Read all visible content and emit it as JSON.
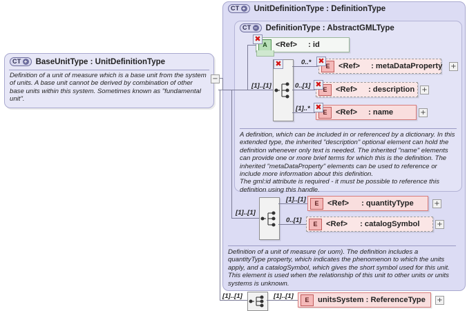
{
  "diagram": {
    "kind": "xml-schema-diagram",
    "root": {
      "badge": "CT",
      "badge_state": "+",
      "title": "BaseUnitType : UnitDefinitionType",
      "documentation": "Definition of a unit of measure which is a base unit from the system of units.  A base unit cannot be derived by combination of other base units within this system.  Sometimes known as \"fundamental unit\"."
    },
    "outer_type": {
      "badge": "CT",
      "badge_state": "+",
      "title": "UnitDefinitionType : DefinitionType",
      "documentation": "Definition of a unit of measure (or uom). The definition includes a quantityType property, which indicates the phenomenon to which the units apply, and a catalogSymbol, which gives the short symbol used for this unit. This element is used when the relationship of this unit to other units or units systems is unknown."
    },
    "inner_type": {
      "badge": "CT",
      "badge_state": "−",
      "title": "DefinitionType : AbstractGMLType",
      "documentation_lines": [
        "A definition, which can be included in or referenced by a dictionary. In this extended type, the inherited \"description\" optional element can hold the definition whenever only text is needed. The inherited \"name\" elements can provide one or more brief terms for which this is the definition. The inherited \"metaDataProperty\" elements can be used to reference or include more information about this definition.",
        "The gml:id attribute is required - it must be possible to reference this definition using this handle."
      ]
    },
    "attribute": {
      "icon": "attribute-icon",
      "icon_label": "A",
      "ref": "<Ref>",
      "name": ": id",
      "required": true,
      "optional_style": false
    },
    "inherited_sequence": {
      "cardinality": "[1]..[1]",
      "required": true,
      "items": [
        {
          "icon_label": "E",
          "ref": "<Ref>",
          "name": ": metaDataProperty",
          "cardinality": "0..*",
          "required": true,
          "optional_style": true,
          "expand": "+"
        },
        {
          "icon_label": "E",
          "ref": "<Ref>",
          "name": ": description",
          "cardinality": "0..[1]",
          "required": true,
          "optional_style": true,
          "expand": "+"
        },
        {
          "icon_label": "E",
          "ref": "<Ref>",
          "name": ": name",
          "cardinality": "[1]..*",
          "required": true,
          "optional_style": false,
          "expand": "+"
        }
      ]
    },
    "own_sequence": {
      "cardinality": "[1]..[1]",
      "required": false,
      "items": [
        {
          "icon_label": "E",
          "ref": "<Ref>",
          "name": ": quantityType",
          "cardinality": "[1]..[1]",
          "required": false,
          "optional_style": false,
          "expand": "+"
        },
        {
          "icon_label": "E",
          "ref": "<Ref>",
          "name": ": catalogSymbol",
          "cardinality": "0..[1]",
          "required": false,
          "optional_style": true,
          "expand": "+"
        }
      ]
    },
    "bottom_sequence": {
      "cardinality_left": "[1]..[1]",
      "cardinality_right": "[1]..[1]",
      "item": {
        "icon_label": "E",
        "name": "unitsSystem : ReferenceType",
        "optional_style": false,
        "expand": "+"
      }
    },
    "controls": {
      "root_collapse": "−"
    },
    "colors": {
      "type_box_fill": "#dcdcf4",
      "type_box_border": "#a9a9cf",
      "element_fill": "#f9dede",
      "element_border": "#d77b7b",
      "element_icon_fill": "#f4b9b9",
      "attribute_icon_fill": "#b9e0b9",
      "sequence_fill": "#f2f2f2",
      "required_marker": "#d51414",
      "line": "#7a7a95"
    }
  }
}
